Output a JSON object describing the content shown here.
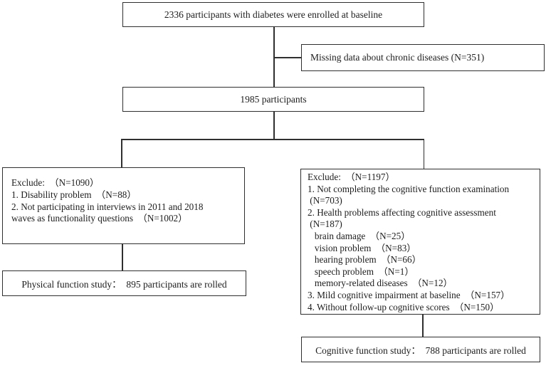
{
  "diagram": {
    "title": "participant flow diagram",
    "colors": {
      "background": "#ffffff",
      "border": "#2f2f2f",
      "text": "#1d1d1d"
    },
    "boxes": {
      "enrolled": {
        "text": "2336 participants with diabetes were enrolled at baseline"
      },
      "missing": {
        "text": "Missing data about chronic diseases (N=351)"
      },
      "participants_1985": {
        "text": "1985 participants"
      },
      "exclude_physical": {
        "lines": [
          "Exclude:  （N=1090）",
          "1. Disability problem  （N=88）",
          "2. Not participating in interviews in 2011 and 2018",
          "waves as functionality questions  （N=1002）"
        ]
      },
      "exclude_cognitive": {
        "lines": [
          "Exclude:  （N=1197）",
          "1. Not completing the cognitive function examination",
          " (N=703)",
          "2. Health problems affecting cognitive assessment",
          " (N=187)",
          "   brain damage  （N=25）",
          "   vision problem  （N=83）",
          "   hearing problem  （N=66）",
          "   speech problem  （N=1）",
          "   memory-related diseases  （N=12）",
          "3. Mild cognitive impairment at baseline  （N=157）",
          "4. Without follow-up cognitive scores  （N=150）"
        ]
      },
      "physical_study": {
        "text": "Physical function study：  895 participants are rolled"
      },
      "cognitive_study": {
        "text": "Cognitive function study：  788 participants are rolled"
      }
    }
  }
}
